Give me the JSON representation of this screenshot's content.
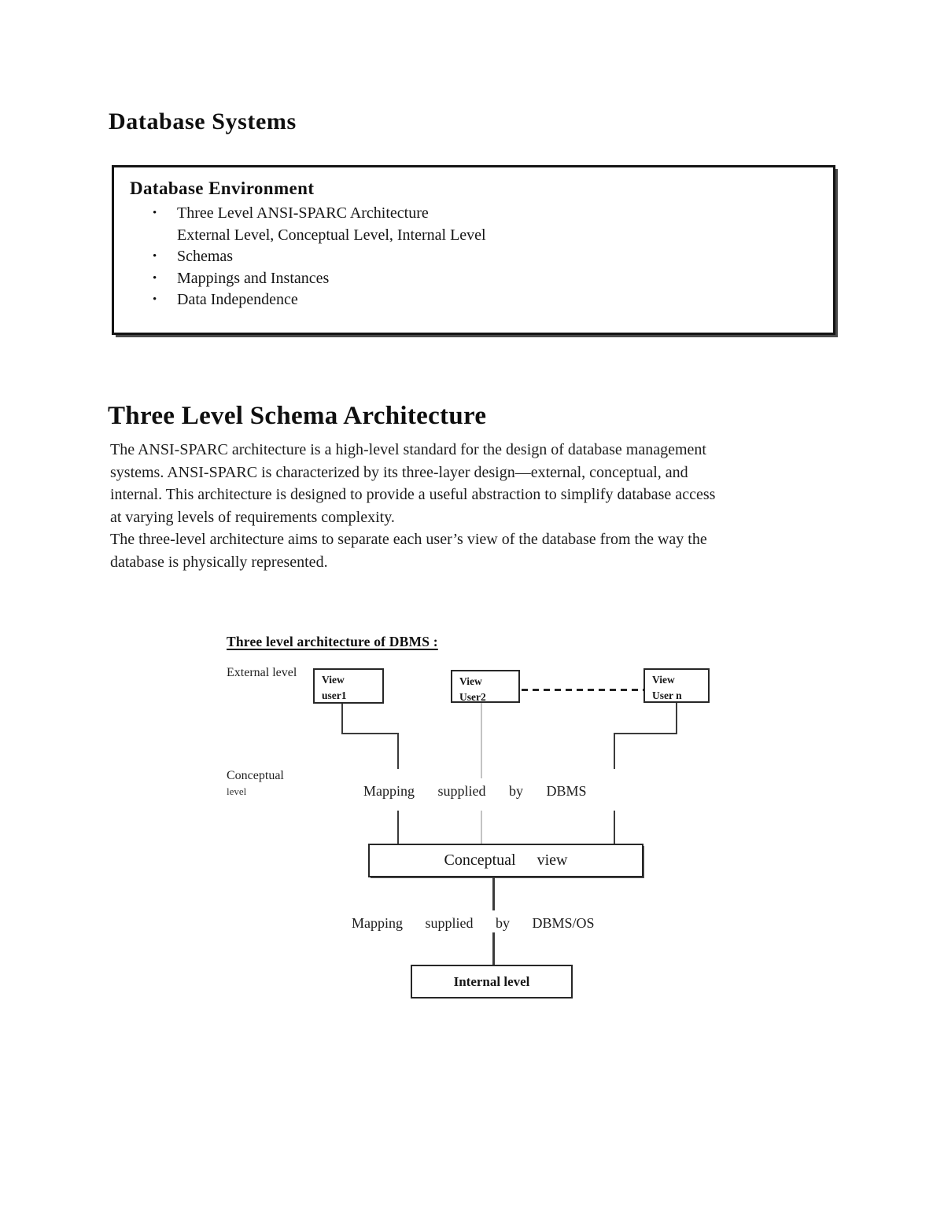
{
  "document": {
    "title": "Database Systems"
  },
  "environment_box": {
    "heading": "Database Environment",
    "bullet_char": "•",
    "items": [
      {
        "label": "Three Level ANSI-SPARC Architecture",
        "sub_label": "External Level, Conceptual Level, Internal Level"
      },
      {
        "label": "Schemas"
      },
      {
        "label": "Mappings and Instances"
      },
      {
        "label": "Data Independence"
      }
    ]
  },
  "section": {
    "heading": "Three Level Schema Architecture",
    "paragraph_1": "The ANSI-SPARC architecture is a high-level standard for the design of database management\nsystems. ANSI-SPARC is characterized by its three-layer design—external, conceptual, and\ninternal. This architecture is designed to provide a useful abstraction to simplify database access\nat varying levels of requirements complexity.",
    "paragraph_2": "The three-level architecture aims to separate each user’s view of the database from the way the\ndatabase is physically represented."
  },
  "diagram": {
    "title": "Three level architecture of DBMS :",
    "labels": {
      "external_level": "External level",
      "conceptual_level_line1": "Conceptual",
      "conceptual_level_line2": "level"
    },
    "boxes": {
      "view_user1": "View\nuser1",
      "view_user2": "View\nUser2",
      "view_user_n": "View\nUser n",
      "conceptual_view": "Conceptual view",
      "internal_level": "Internal level"
    },
    "captions": {
      "mapping_dbms": "Mapping supplied by DBMS",
      "mapping_dbms_os": "Mapping supplied by DBMS/OS"
    }
  }
}
